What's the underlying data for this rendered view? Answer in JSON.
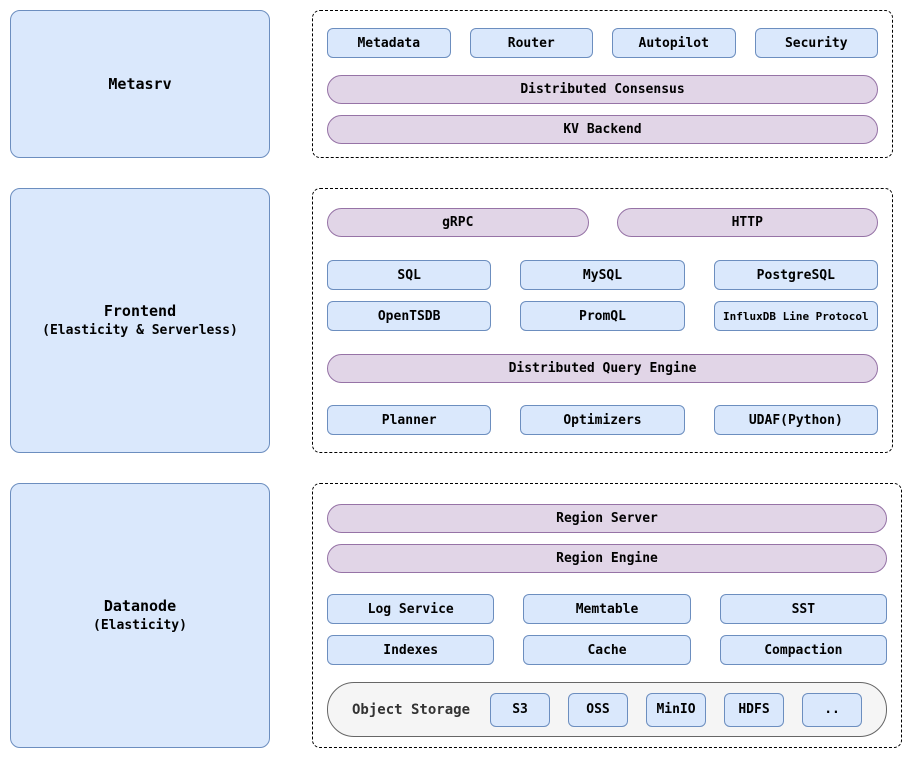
{
  "sections": {
    "metasrv": {
      "title": "Metasrv",
      "components": [
        "Metadata",
        "Router",
        "Autopilot",
        "Security"
      ],
      "consensus_pill": "Distributed Consensus",
      "kv_pill": "KV Backend"
    },
    "frontend": {
      "title": "Frontend",
      "subtitle": "(Elasticity & Serverless)",
      "grpc_pill": "gRPC",
      "http_pill": "HTTP",
      "protocols_row1": [
        "SQL",
        "MySQL",
        "PostgreSQL"
      ],
      "protocols_row2": [
        "OpenTSDB",
        "PromQL",
        "InfluxDB Line Protocol"
      ],
      "query_engine_pill": "Distributed Query Engine",
      "engine_components": [
        "Planner",
        "Optimizers",
        "UDAF(Python)"
      ]
    },
    "datanode": {
      "title": "Datanode",
      "subtitle": "(Elasticity)",
      "region_server_pill": "Region Server",
      "region_engine_pill": "Region Engine",
      "storage_row1": [
        "Log Service",
        "Memtable",
        "SST"
      ],
      "storage_row2": [
        "Indexes",
        "Cache",
        "Compaction"
      ],
      "object_storage": {
        "label": "Object Storage",
        "backends": [
          "S3",
          "OSS",
          "MinIO",
          "HDFS",
          ".."
        ]
      }
    }
  },
  "colors": {
    "box_fill": "#dae8fc",
    "box_stroke": "#6c8ebf",
    "pill_fill": "#e1d5e7",
    "pill_stroke": "#9673a6",
    "object_storage_fill": "#f5f5f5",
    "object_storage_stroke": "#666666"
  }
}
